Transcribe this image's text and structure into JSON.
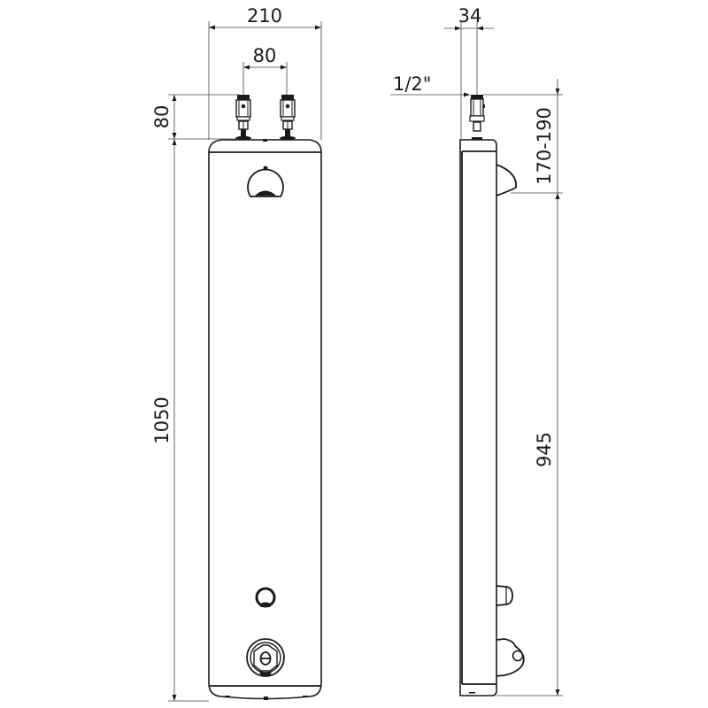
{
  "drawing": {
    "title": "Shower panel dimension drawing",
    "views": [
      "front-view",
      "side-view"
    ]
  },
  "dimensions": {
    "front_width": "210",
    "inlet_spacing": "80",
    "inlet_height": "80",
    "total_height": "1050",
    "side_depth": "34",
    "thread_size": "1/2\"",
    "inlet_to_head": "170-190",
    "head_to_bottom": "945"
  },
  "colors": {
    "line": "#1a1a1a",
    "dim_line": "#444444",
    "background": "#ffffff"
  }
}
